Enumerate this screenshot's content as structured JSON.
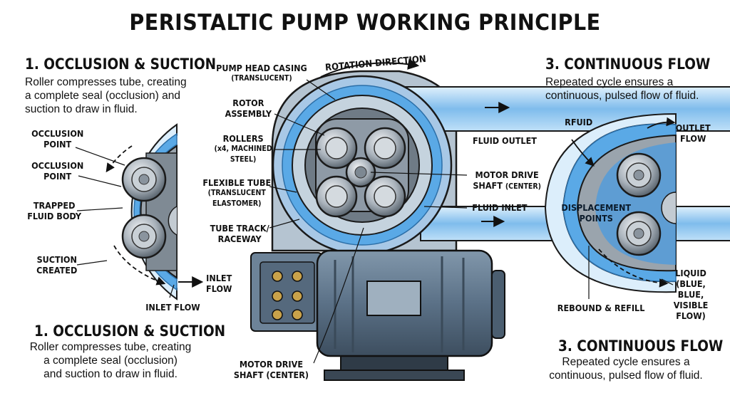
{
  "title": "PERISTALTIC PUMP WORKING PRINCIPLE",
  "left": {
    "top_heading": "1. OCCLUSION & SUCTION",
    "top_text": [
      "Roller compresses tube, creating",
      "a complete seal (occlusion) and",
      "suction to draw in fluid."
    ],
    "bottom_heading": "1. OCCLUSION & SUCTION",
    "bottom_text": [
      "Roller compresses tube, creating",
      "a complete seal (occlusion)",
      "and suction to draw in fluid."
    ],
    "labels": {
      "occlusion_point_1": [
        "OCCLUSION",
        "POINT"
      ],
      "occlusion_point_2": [
        "OCCLUSION",
        "POINT"
      ],
      "trapped_fluid": [
        "TRAPPED",
        "FLUID BODY"
      ],
      "suction_created": [
        "SUCTION",
        "CREATED"
      ],
      "inlet_flow_arrow": [
        "INLET",
        "FLOW"
      ],
      "inlet_flow": "INLET FLOW"
    }
  },
  "center": {
    "rotation_direction": "ROTATION DIRECTION",
    "pump_head_casing": [
      "PUMP HEAD CASING",
      "(TRANSLUCENT)"
    ],
    "rotor_assembly": [
      "ROTOR",
      "ASSEMBLY"
    ],
    "rollers": [
      "ROLLERS",
      "(x4, MACHINED",
      "STEEL)"
    ],
    "flexible_tube": [
      "FLEXIBLE TUBE",
      "(TRANSLUCENT",
      "ELASTOMER)"
    ],
    "tube_track": [
      "TUBE TRACK/",
      "RACEWAY"
    ],
    "fluid_outlet": "FLUID OUTLET",
    "motor_drive_shaft_right": [
      "MOTOR DRIVE",
      "SHAFT",
      "(CENTER)"
    ],
    "fluid_inlet": "FLUID INLET",
    "motor_drive_shaft_bottom": [
      "MOTOR DRIVE",
      "SHAFT (CENTER)"
    ]
  },
  "right": {
    "top_heading": "3. CONTINUOUS FLOW",
    "top_text": [
      "Repeated cycle ensures a",
      "continuous, pulsed flow of fluid."
    ],
    "bottom_heading": "3. CONTINUOUS FLOW",
    "bottom_text": [
      "Repeated cycle ensures a",
      "continuous, pulsed flow of fluid."
    ],
    "labels": {
      "rfluid": "RFUID",
      "outlet_flow": [
        "OUTLET",
        "FLOW"
      ],
      "displacement_points": [
        "DISPLACEMENT",
        "POINTS"
      ],
      "rebound_refill": "REBOUND & REFILL",
      "liquid": [
        "LIQUID",
        "(BLUE,",
        "BLUE,",
        "VISIBLE",
        "FLOW)"
      ]
    }
  },
  "colors": {
    "tube_blue": "#5aa9e6",
    "tube_light": "#cfe8fb",
    "metal": "#8e9aa6",
    "motor_blue": "#5b7187",
    "outline": "#1a1a1a"
  }
}
